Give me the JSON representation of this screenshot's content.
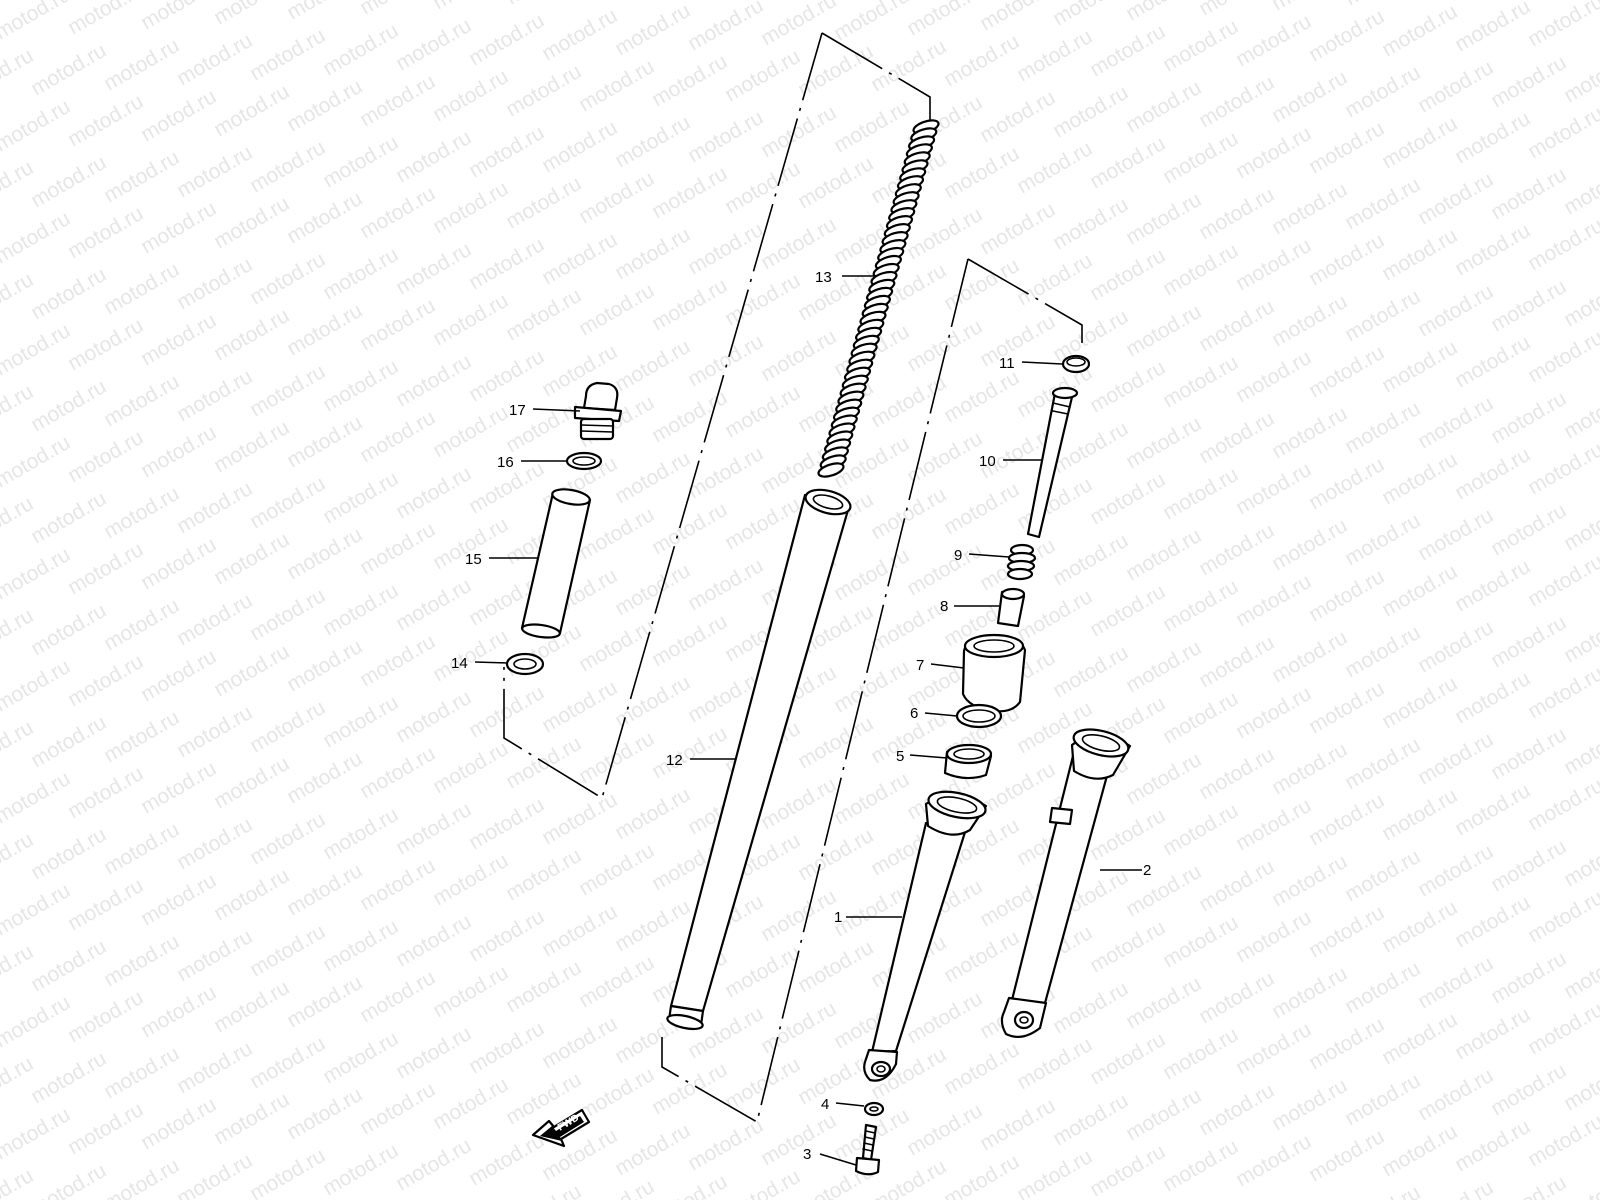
{
  "watermark": {
    "text": "motod.ru"
  },
  "direction_indicator": {
    "label": "FWD"
  },
  "callouts": [
    {
      "number": "1",
      "part": "fork-outer-tube-left"
    },
    {
      "number": "2",
      "part": "fork-outer-tube-right"
    },
    {
      "number": "3",
      "part": "bolt"
    },
    {
      "number": "4",
      "part": "washer"
    },
    {
      "number": "5",
      "part": "bushing"
    },
    {
      "number": "6",
      "part": "ring"
    },
    {
      "number": "7",
      "part": "oil-seal"
    },
    {
      "number": "8",
      "part": "piece"
    },
    {
      "number": "9",
      "part": "rebound-spring"
    },
    {
      "number": "10",
      "part": "cylinder"
    },
    {
      "number": "11",
      "part": "ring-top"
    },
    {
      "number": "12",
      "part": "inner-tube"
    },
    {
      "number": "13",
      "part": "fork-spring"
    },
    {
      "number": "14",
      "part": "washer-lower"
    },
    {
      "number": "15",
      "part": "spacer"
    },
    {
      "number": "16",
      "part": "o-ring"
    },
    {
      "number": "17",
      "part": "cap-bolt"
    }
  ]
}
